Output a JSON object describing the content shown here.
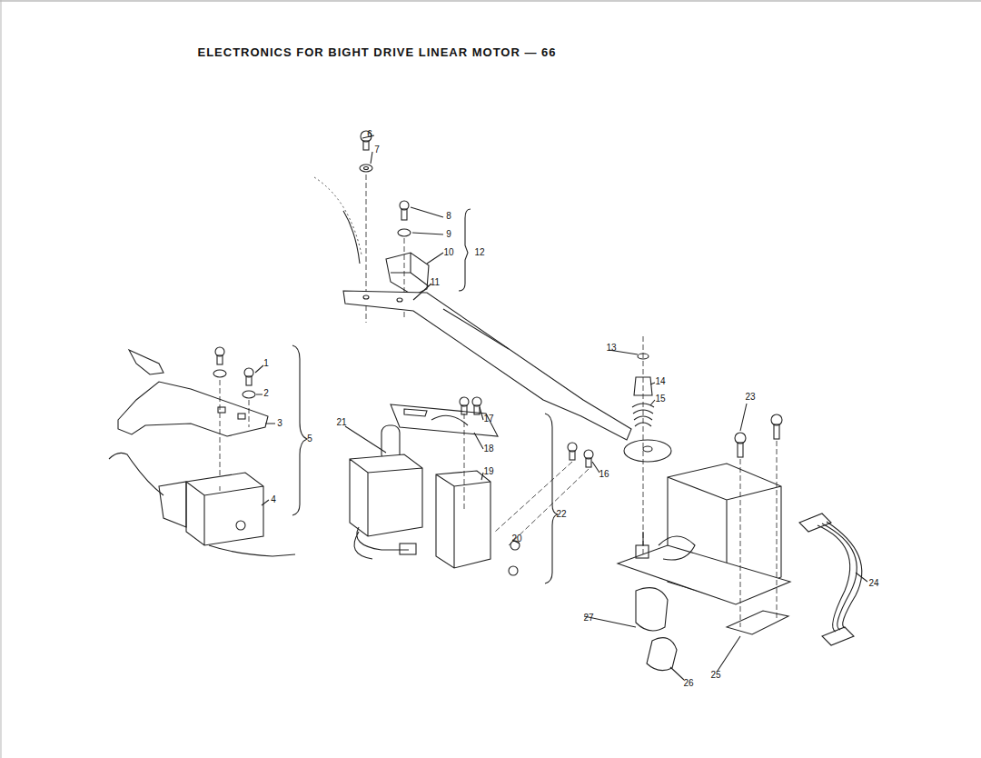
{
  "diagram": {
    "title": "ELECTRONICS FOR BIGHT DRIVE LINEAR MOTOR — 66",
    "labels": [
      "1",
      "2",
      "3",
      "4",
      "5",
      "6",
      "7",
      "8",
      "9",
      "10",
      "11",
      "12",
      "13",
      "14",
      "15",
      "16",
      "17",
      "18",
      "19",
      "20",
      "21",
      "22",
      "23",
      "24",
      "25",
      "26",
      "27"
    ]
  }
}
